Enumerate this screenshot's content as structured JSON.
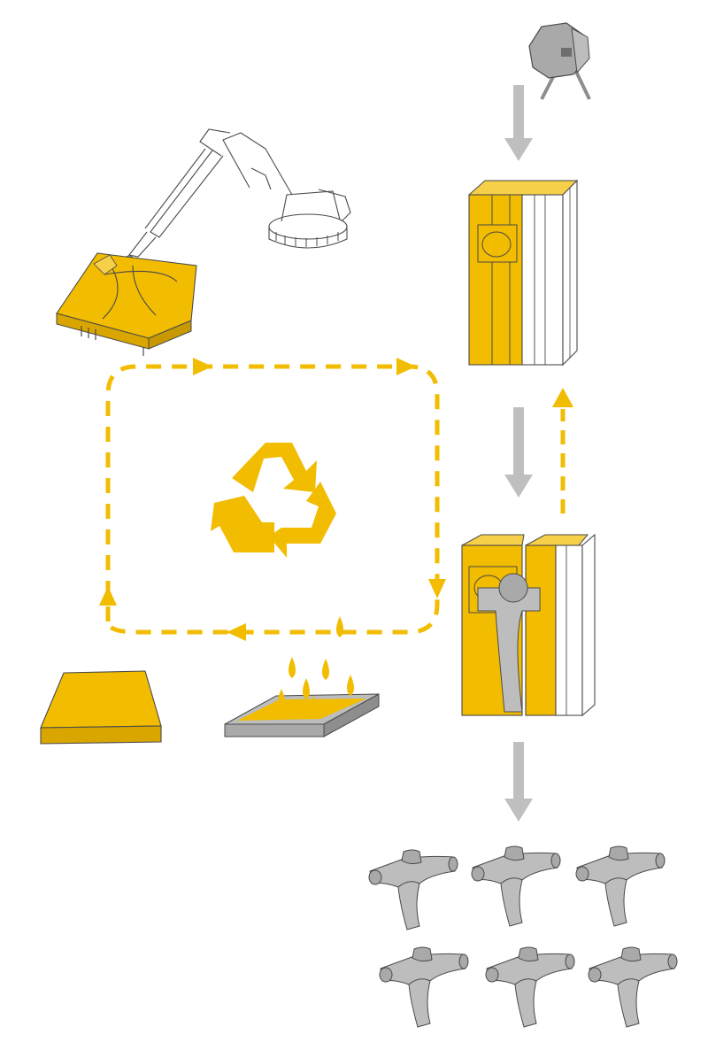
{
  "diagram": {
    "colors": {
      "yellow": "#F2BC00",
      "yellow_dark": "#D9A600",
      "yellow_light": "#F7D04A",
      "grey": "#BDBDBD",
      "grey_mid": "#A9A9A9",
      "grey_dark": "#8E8E8E",
      "grey_light": "#D3D3D3",
      "arrow_grey": "#BFBFBF",
      "line": "#4A4A4A",
      "background": "#FFFFFF"
    },
    "nodes": [
      {
        "id": "mixer",
        "icon": "concrete-mixer-icon"
      },
      {
        "id": "milling-robot",
        "icon": "robot-arm-icon"
      },
      {
        "id": "milled-wax-mould",
        "icon": "mould-slab-icon"
      },
      {
        "id": "formwork-closed",
        "icon": "formwork-closed-icon"
      },
      {
        "id": "formwork-open",
        "icon": "formwork-open-icon"
      },
      {
        "id": "recycle",
        "icon": "recycle-icon"
      },
      {
        "id": "melting-tray",
        "icon": "melting-tray-icon"
      },
      {
        "id": "wax-block",
        "icon": "wax-block-icon"
      },
      {
        "id": "cast-nodes",
        "icon": "cast-node-icon",
        "count": 6
      }
    ],
    "flows": [
      {
        "from": "mixer",
        "to": "formwork-closed",
        "style": "solid"
      },
      {
        "from": "formwork-closed",
        "to": "formwork-open",
        "style": "solid"
      },
      {
        "from": "formwork-open",
        "to": "cast-nodes",
        "style": "solid"
      },
      {
        "from": "formwork-open",
        "to": "formwork-closed",
        "style": "dashed"
      },
      {
        "from": "recycle-loop",
        "to": "melting-tray",
        "style": "dashed"
      }
    ]
  }
}
